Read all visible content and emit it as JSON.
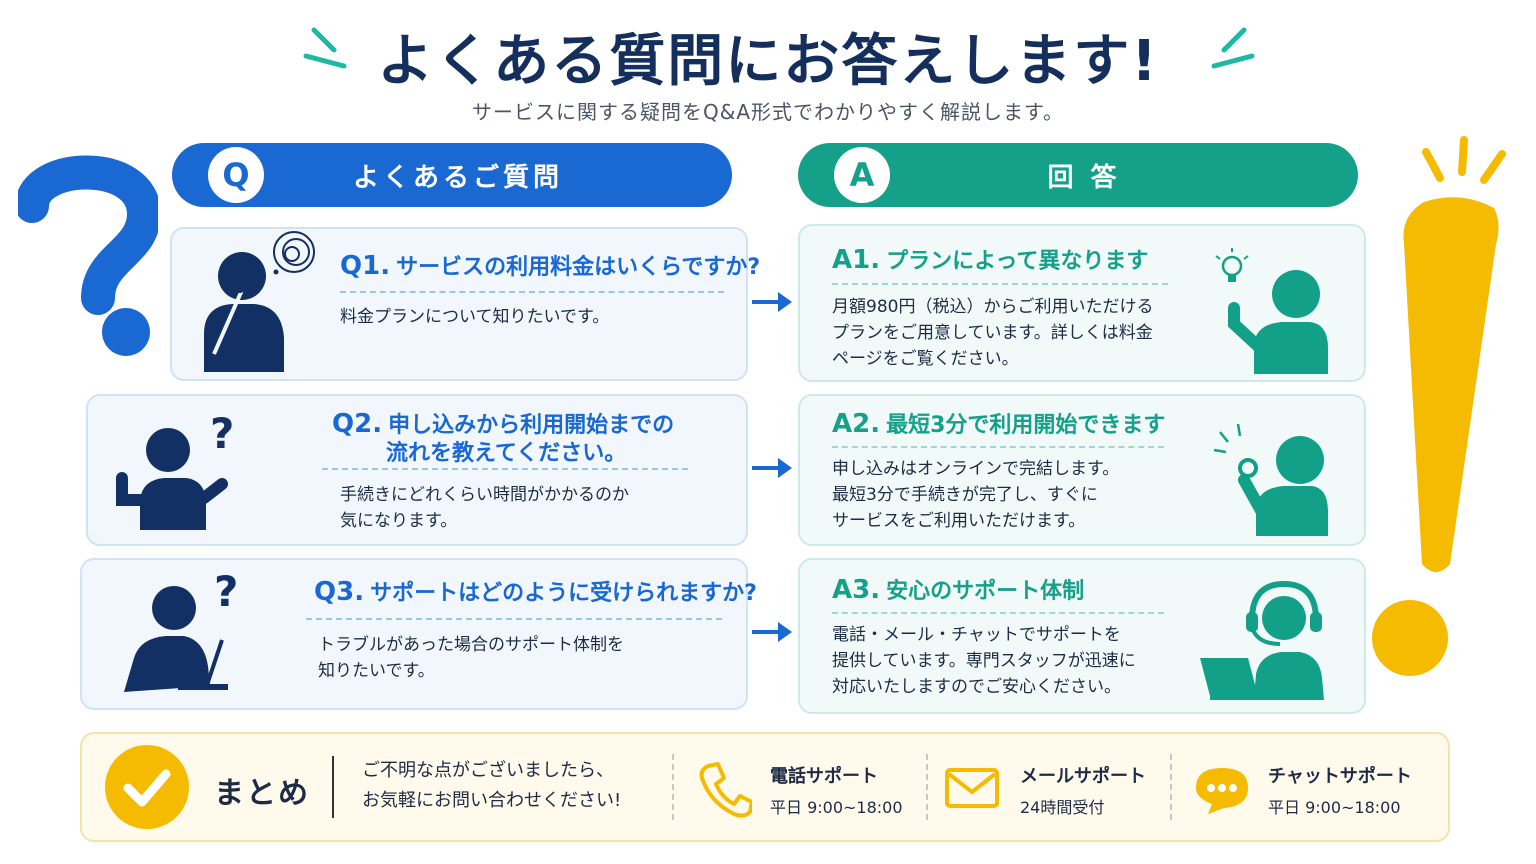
{
  "title": "よくある質問にお答えします!",
  "subtitle": "サービスに関する疑問をQ&A形式でわかりやすく解説します。",
  "header_q": {
    "badge": "Q",
    "label": "よくあるご質問"
  },
  "header_a": {
    "badge": "A",
    "label": "回 答"
  },
  "qa": [
    {
      "q_num": "Q1.",
      "q_title": "サービスの利用料金はいくらですか?",
      "q_body": [
        "料金プランについて知りたいです。"
      ],
      "a_num": "A1.",
      "a_title": "プランによって異なります",
      "a_body": [
        "月額980円（税込）からご利用いただける",
        "プランをご用意しています。詳しくは料金",
        "ページをご覧ください。"
      ]
    },
    {
      "q_num": "Q2.",
      "q_title": [
        "申し込みから利用開始までの",
        "流れを教えてください。"
      ],
      "q_body": [
        "手続きにどれくらい時間がかかるのか",
        "気になります。"
      ],
      "a_num": "A2.",
      "a_title": "最短3分で利用開始できます",
      "a_body": [
        "申し込みはオンラインで完結します。",
        "最短3分で手続きが完了し、すぐに",
        "サービスをご利用いただけます。"
      ]
    },
    {
      "q_num": "Q3.",
      "q_title": "サポートはどのように受けられますか?",
      "q_body": [
        "トラブルがあった場合のサポート体制を",
        "知りたいです。"
      ],
      "a_num": "A3.",
      "a_title": "安心のサポート体制",
      "a_body": [
        "電話・メール・チャットでサポートを",
        "提供しています。専門スタッフが迅速に",
        "対応いたしますのでご安心ください。"
      ]
    }
  ],
  "summary": {
    "title": "まとめ",
    "message": [
      "ご不明な点がございましたら、",
      "お気軽にお問い合わせください!"
    ],
    "supports": [
      {
        "icon": "phone-icon",
        "title": "電話サポート",
        "sub": "平日 9:00~18:00"
      },
      {
        "icon": "mail-icon",
        "title": "メールサポート",
        "sub": "24時間受付"
      },
      {
        "icon": "chat-icon",
        "title": "チャットサポート",
        "sub": "平日 9:00~18:00"
      }
    ]
  },
  "colors": {
    "navy": "#142f5c",
    "blue": "#1a68d1",
    "teal": "#15a08a",
    "yellow": "#f5bb00",
    "person_q": "#123063",
    "person_a": "#13a088"
  }
}
